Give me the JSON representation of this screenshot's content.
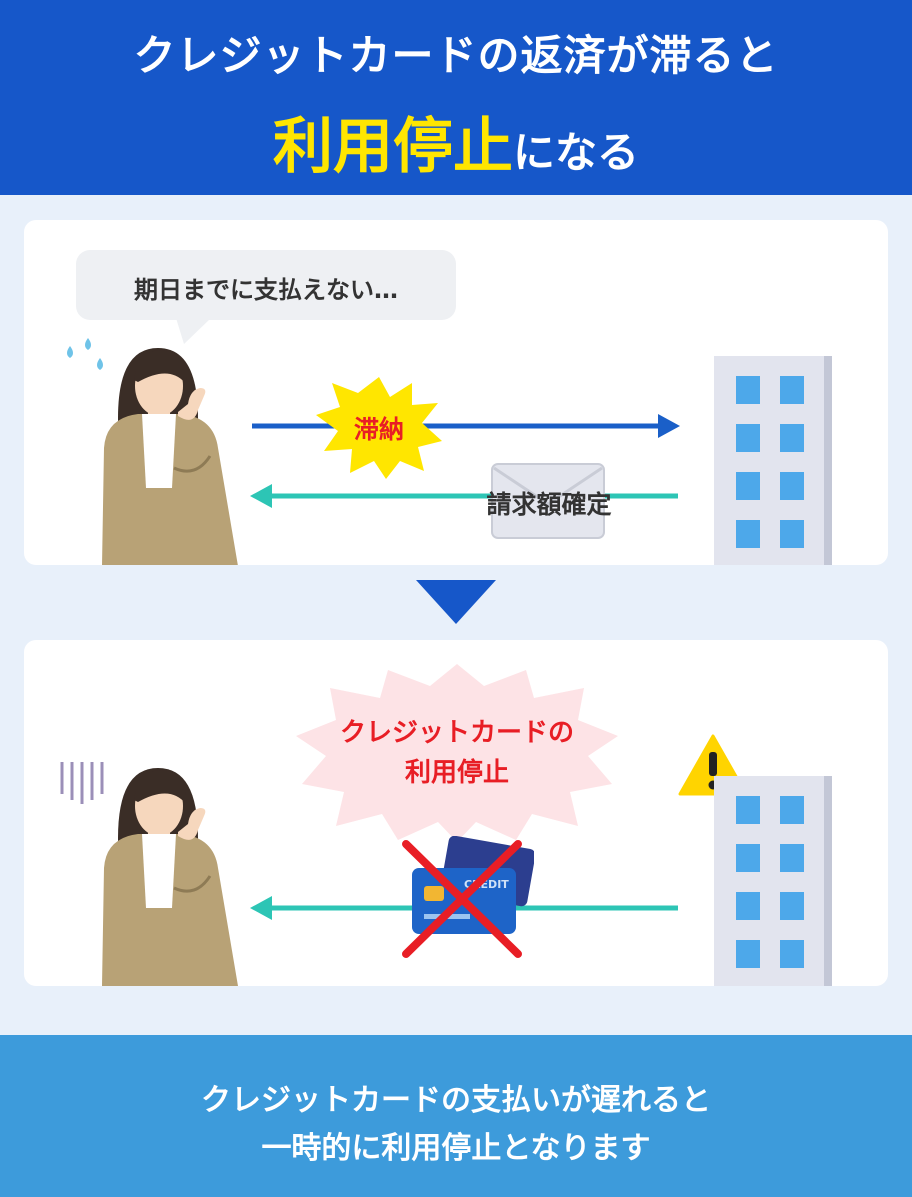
{
  "header": {
    "line1": "クレジットカードの返済が滞ると",
    "highlight": "利用停止",
    "line2_rest": "になる"
  },
  "step1": {
    "speech": "期日までに支払えない…",
    "delinquency_label": "滞納",
    "bill_label": "請求額確定"
  },
  "step2": {
    "burst_line1": "クレジットカードの",
    "burst_line2": "利用停止",
    "card_text": "CREDIT"
  },
  "footer": {
    "line1": "クレジットカードの支払いが遅れると",
    "line2": "一時的に利用停止となります"
  },
  "colors": {
    "header_bg": "#1657c9",
    "highlight": "#ffe600",
    "footer_bg": "#3d9bdb",
    "arrow_blue": "#1a5fc8",
    "arrow_teal": "#2dc5b5",
    "alert_red": "#e81e25",
    "burst_yellow": "#ffe600"
  },
  "icons": {
    "down_arrow": "triangle-down-icon",
    "warning": "warning-icon",
    "envelope": "envelope-icon",
    "building": "building-icon",
    "card": "credit-card-icon",
    "cross": "x-cross-icon"
  }
}
